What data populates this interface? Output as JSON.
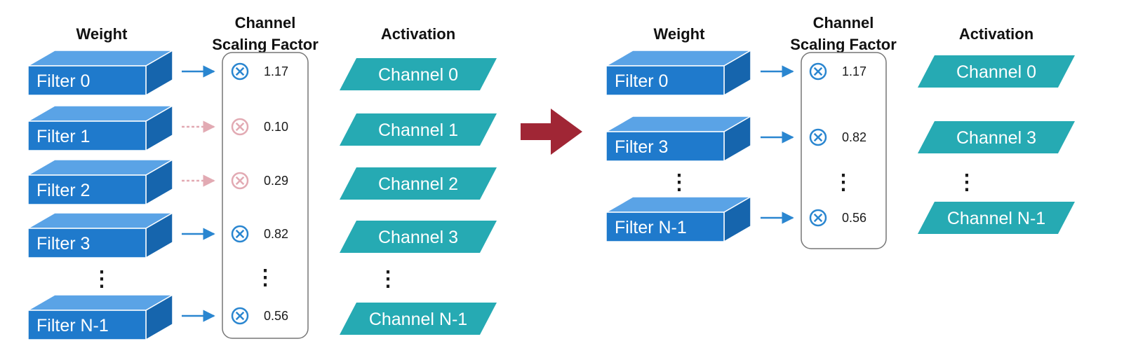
{
  "colors": {
    "filter_front": "#1f7acc",
    "filter_top": "#5aa3e6",
    "filter_side": "#1665ad",
    "channel": "#26aab3",
    "arrow_active": "#2a86d0",
    "arrow_pruned": "#e2aab3",
    "transition_arrow": "#a02635",
    "factor_box": "#777777"
  },
  "left_panel": {
    "weight_header": "Weight",
    "factor_header_line1": "Channel",
    "factor_header_line2": "Scaling Factor",
    "activation_header": "Activation",
    "rows": [
      {
        "filter": "Filter 0",
        "channel": "Channel 0",
        "factor": "1.17",
        "pruned": false
      },
      {
        "filter": "Filter 1",
        "channel": "Channel 1",
        "factor": "0.10",
        "pruned": true
      },
      {
        "filter": "Filter 2",
        "channel": "Channel 2",
        "factor": "0.29",
        "pruned": true
      },
      {
        "filter": "Filter 3",
        "channel": "Channel 3",
        "factor": "0.82",
        "pruned": false
      },
      {
        "filter": "Filter N-1",
        "channel": "Channel N-1",
        "factor": "0.56",
        "pruned": false
      }
    ]
  },
  "right_panel": {
    "weight_header": "Weight",
    "factor_header_line1": "Channel",
    "factor_header_line2": "Scaling Factor",
    "activation_header": "Activation",
    "rows": [
      {
        "filter": "Filter 0",
        "channel": "Channel 0",
        "factor": "1.17",
        "pruned": false
      },
      {
        "filter": "Filter 3",
        "channel": "Channel 3",
        "factor": "0.82",
        "pruned": false
      },
      {
        "filter": "Filter N-1",
        "channel": "Channel N-1",
        "factor": "0.56",
        "pruned": false
      }
    ]
  },
  "ellipsis": "⋮"
}
